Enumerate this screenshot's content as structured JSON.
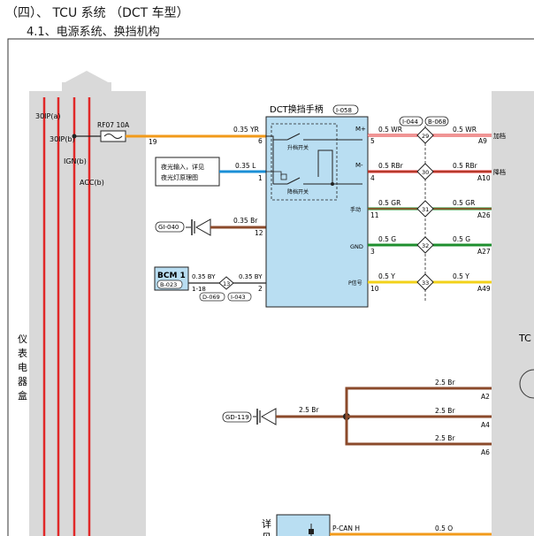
{
  "header": {
    "title": "（四）、 TCU 系统 （DCT 车型）",
    "subtitle": "4.1、电源系统、换挡机构"
  },
  "left_panel": {
    "label_chars": [
      "仪",
      "表",
      "电",
      "器",
      "盒"
    ],
    "pins": [
      "30IP(a)",
      "30IP(b)",
      "IGN(b)",
      "ACC(b)"
    ]
  },
  "fuse": {
    "label": "RF07 10A"
  },
  "wire_19": "19",
  "dct": {
    "title": "DCT换挡手柄",
    "connector": "I-058",
    "switch_up": "升档开关",
    "switch_down": "降档开关",
    "term_m_plus": "M+",
    "term_m_minus": "M-",
    "term_hand": "手动",
    "term_gnd": "GND",
    "term_p": "P信号"
  },
  "left_wires": {
    "w6": {
      "spec": "0.35 YR",
      "pin": "6"
    },
    "w1": {
      "spec": "0.35 L",
      "pin": "1"
    },
    "w12": {
      "spec": "0.35 Br",
      "pin": "12"
    },
    "w2": {
      "spec": "0.35 BY",
      "pin": "2"
    }
  },
  "night_box": {
    "line1": "夜光输入，详见",
    "line2": "夜光灯原理图"
  },
  "ground_gi": "GI-040",
  "bcm": {
    "title": "BCM 1",
    "connector": "B-023",
    "pin": "1-18",
    "wire": "0.35 BY",
    "splice": "13",
    "conn1": "D-069",
    "conn2": "I-043"
  },
  "connectors_top": [
    "I-044",
    "B-068"
  ],
  "right_wires": [
    {
      "pin": "5",
      "spec_left": "0.5 WR",
      "splice": "29",
      "spec_right": "0.5 WR",
      "dest": "A9",
      "note": "加档",
      "color": "#e02828",
      "stripe": "#ffffff"
    },
    {
      "pin": "4",
      "spec_left": "0.5 RBr",
      "splice": "30",
      "spec_right": "0.5 RBr",
      "dest": "A10",
      "note": "降档",
      "color": "#e02828",
      "stripe": "#8b4a2b"
    },
    {
      "pin": "11",
      "spec_left": "0.5 GR",
      "splice": "31",
      "spec_right": "0.5 GR",
      "dest": "A26",
      "note": "",
      "color": "#1e8f2e",
      "stripe": "#e02828"
    },
    {
      "pin": "3",
      "spec_left": "0.5 G",
      "splice": "32",
      "spec_right": "0.5 G",
      "dest": "A27",
      "note": "",
      "color": "#1e8f2e",
      "stripe": ""
    },
    {
      "pin": "10",
      "spec_left": "0.5 Y",
      "splice": "33",
      "spec_right": "0.5 Y",
      "dest": "A49",
      "note": "",
      "color": "#f2d21a",
      "stripe": ""
    }
  ],
  "tcu_label": "TC",
  "ground_gd": "GD-119",
  "ground_wire": "2.5 Br",
  "ground_branches": [
    {
      "spec": "2.5 Br",
      "dest": "A2"
    },
    {
      "spec": "2.5 Br",
      "dest": "A4"
    },
    {
      "spec": "2.5 Br",
      "dest": "A6"
    }
  ],
  "bottom": {
    "label_char": "详",
    "label_char2": "见",
    "pcan": "P-CAN H",
    "wire": "0.5 O"
  },
  "colors": {
    "panel": "#d9d9d9",
    "dct_box": "#b9def2",
    "red": "#e02828",
    "orange": "#f29a1a",
    "blue": "#1a8fd6",
    "brown": "#8b4a2b",
    "green": "#1e8f2e",
    "yellow": "#f2d21a"
  }
}
